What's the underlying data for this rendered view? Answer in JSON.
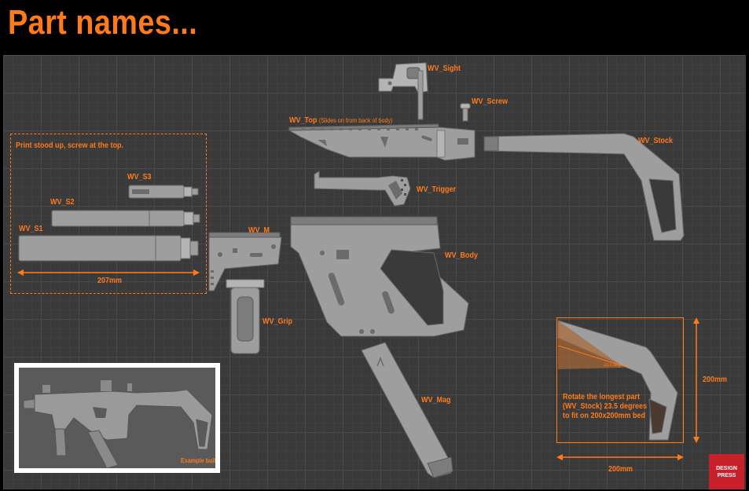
{
  "title": "Part names...",
  "labels": {
    "sight": "WV_Sight",
    "screw": "WV_Screw",
    "top": "WV_Top",
    "top_note": "(Slides on from back of body)",
    "stock": "WV_Stock",
    "trigger": "WV_Trigger",
    "s3": "WV_S3",
    "s2": "WV_S2",
    "s1": "WV_S1",
    "m": "WV_M",
    "body": "WV_Body",
    "grip": "WV_Grip",
    "mag": "WV_Mag"
  },
  "suppressor_box": {
    "note": "Print stood up, screw at the top.",
    "dimension": "207mm"
  },
  "bed_diagram": {
    "angle": "23.5 deg",
    "note_lines": [
      "Rotate the longest part",
      "(WV_Stock) 23.5 degrees",
      "to fit on 200x200mm bed"
    ],
    "width": "200mm",
    "height": "200mm"
  },
  "example": {
    "caption": "Example build"
  },
  "logo": {
    "lines": [
      "DESIGN",
      "PRESS"
    ]
  },
  "colors": {
    "accent": "#ff7a1a",
    "background": "#3a3a3a",
    "part": "#9e9e9e"
  }
}
